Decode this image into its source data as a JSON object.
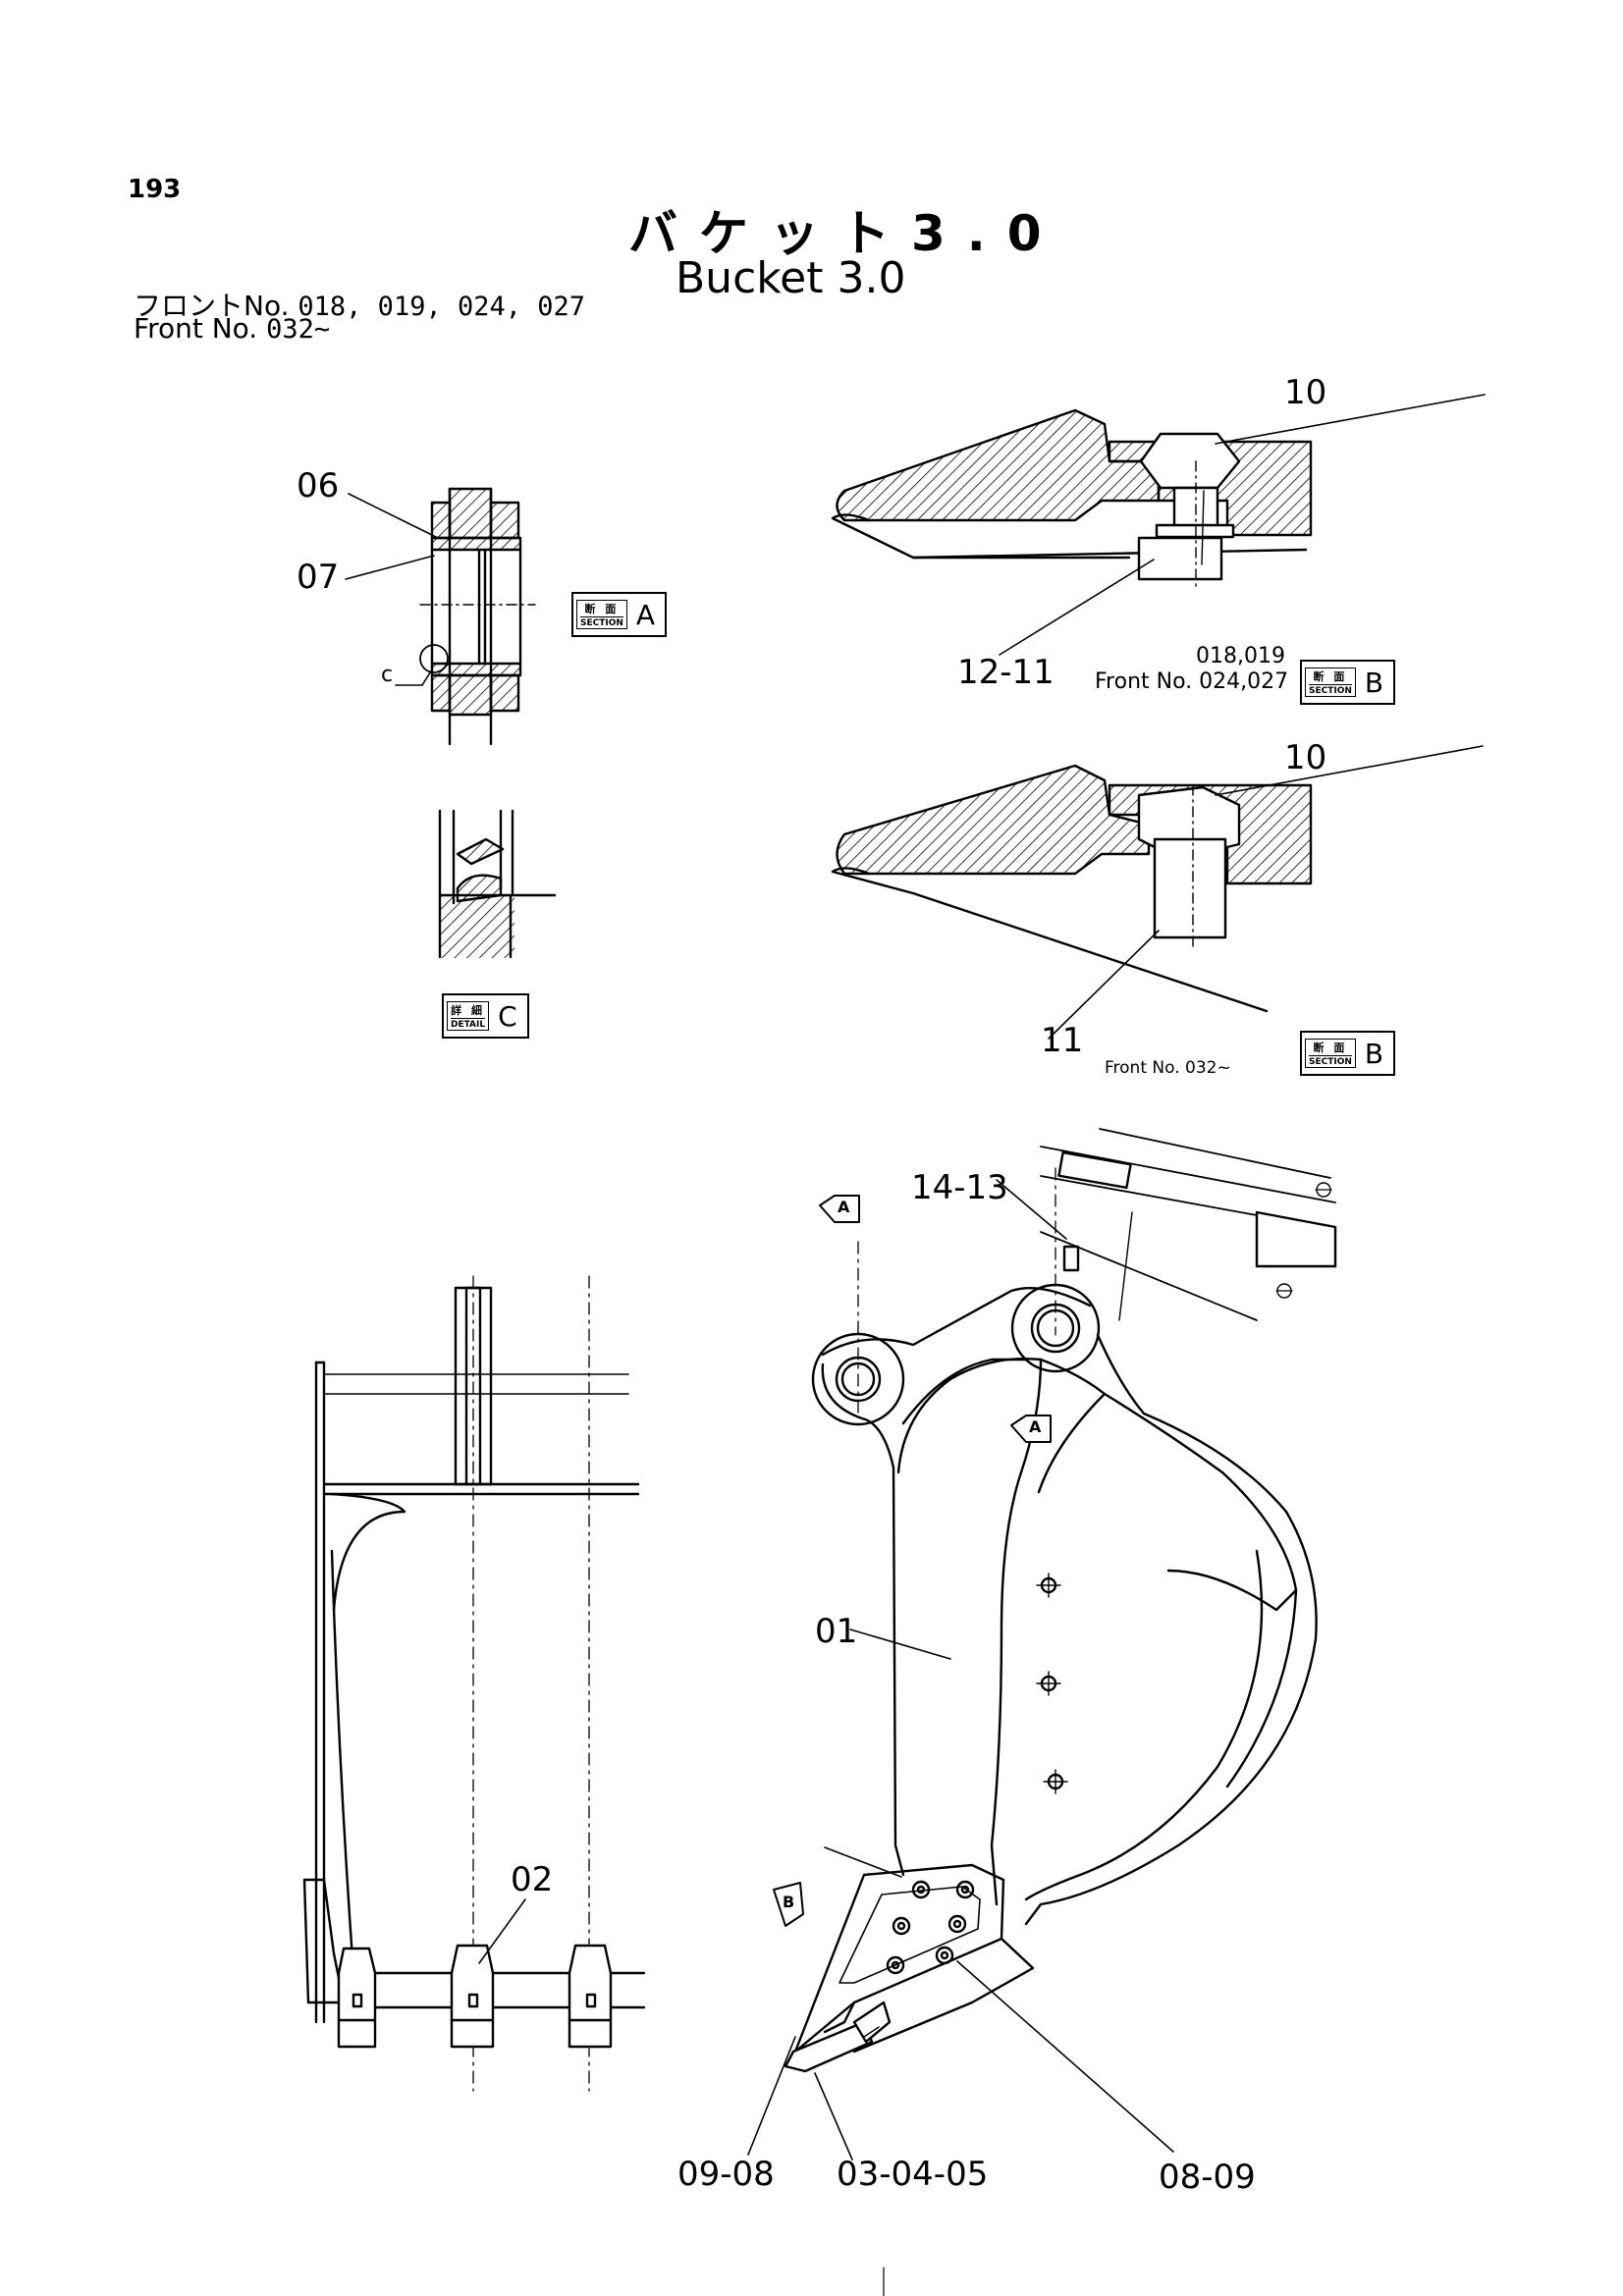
{
  "header": {
    "page_number": "193",
    "title_jp": "バケット3.0",
    "title_en": "Bucket 3.0",
    "front_line1_label": "フロントNo.",
    "front_line1_numbers": "018, 019, 024, 027",
    "front_line2_label": "Front No.",
    "front_line2_numbers": "032~"
  },
  "callouts": {
    "c06": "06",
    "c07": "07",
    "c_small": "c",
    "c10_top": "10",
    "c12_11": "12-11",
    "c10_mid": "10",
    "c11": "11",
    "c14_13": "14-13",
    "c01": "01",
    "c02": "02",
    "c09_08": "09-08",
    "c03_04_05": "03-04-05",
    "c08_09": "08-09"
  },
  "section_tags": {
    "section_a": {
      "kanji": "断 面",
      "caption": "SECTION",
      "letter": "A"
    },
    "detail_c": {
      "kanji": "詳 細",
      "caption": "DETAIL",
      "letter": "C"
    },
    "section_b1": {
      "kanji": "断 面",
      "caption": "SECTION",
      "letter": "B"
    },
    "section_b2": {
      "kanji": "断 面",
      "caption": "SECTION",
      "letter": "B"
    }
  },
  "front_notes": {
    "b1_line1": "018,019",
    "b1_line2": "Front No. 024,027",
    "b2": "Front No. 032~"
  },
  "view_markers": {
    "a_upper": "A",
    "a_lower": "A",
    "b": "B"
  }
}
